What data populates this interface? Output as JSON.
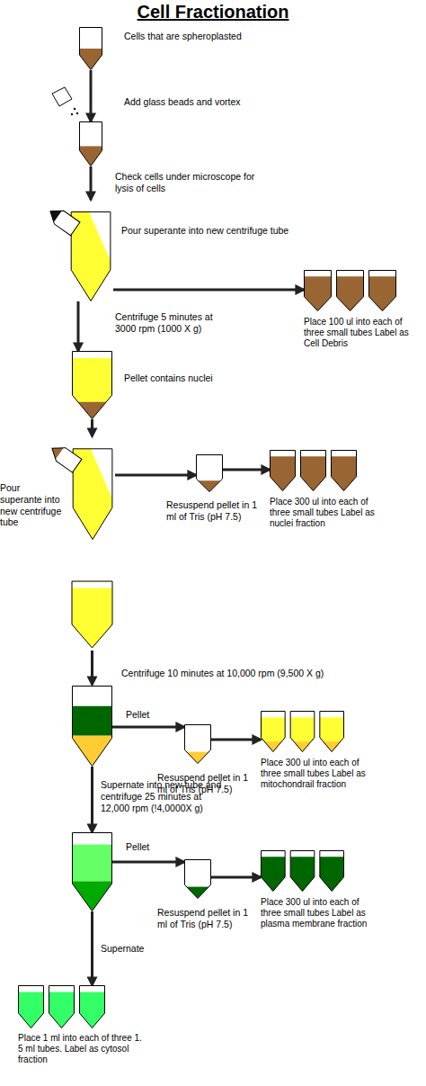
{
  "diagram": {
    "title": "Cell Fractionation",
    "nodes": [
      {
        "text": [
          "Cells that are spheroplasted"
        ]
      },
      {
        "text": [
          "Add glass beads and vortex"
        ]
      },
      {
        "text": [
          "Pour superante into new centrifuge tube"
        ]
      },
      {
        "text": [
          "Place 100 ul into each of three small tubes Label as Cell Debris"
        ]
      },
      {
        "text": [
          "Pellet contains nuclei"
        ]
      },
      {
        "text": [
          "Pour superante into new centrifuge tube"
        ]
      },
      {
        "text": [
          "Resuspend pellet in 1 ml of Tris (pH 7.5)"
        ]
      },
      {
        "text": [
          "Place 300 ul into each of three small tubes Label as nuclei fraction"
        ]
      },
      {
        "text": [
          "Pellet"
        ]
      },
      {
        "text": [
          "Resuspend pellet in 1 ml of Tris (pH 7.5)"
        ]
      },
      {
        "text": [
          "Place 300 ul into each of three small tubes Label as mitochondrail fraction"
        ]
      },
      {
        "text": [
          "Pellet"
        ]
      },
      {
        "text": [
          "Resuspend pellet in 1 ml of Tris (pH 7.5)"
        ]
      },
      {
        "text": [
          "Place 300 ul into each of three small tubes Label as plasma membrane fraction"
        ]
      },
      {
        "text": [
          "Place 1 ml into each of three 1. 5 ml tubes. Label as cytosol fraction"
        ]
      }
    ],
    "edges": [
      {
        "from": 0,
        "to": 1,
        "arrow": "to"
      },
      {
        "from": 1,
        "to": 2,
        "label": "Check cells under microscope for lysis of cells",
        "arrow": "to"
      },
      {
        "from": 2,
        "to": 3,
        "arrow": "to"
      },
      {
        "from": 2,
        "to": 4,
        "label": "Centrifuge 5 minutes at 3000 rpm (1000 X g)",
        "arrow": "to"
      },
      {
        "from": 4,
        "to": 5,
        "arrow": "to"
      },
      {
        "from": 5,
        "to": 6,
        "arrow": "to"
      },
      {
        "from": 6,
        "to": 7,
        "arrow": "to"
      },
      {
        "from": 8,
        "to": 9,
        "arrow": "to"
      },
      {
        "from": 9,
        "to": 10,
        "arrow": "to"
      },
      {
        "from": 8,
        "to": 11,
        "label": "Supernate into new tube and centrifuge 25 minutes at 12,000 rpm (!4,0000X g)",
        "arrow": "to"
      },
      {
        "from": 11,
        "to": 12,
        "arrow": "to"
      },
      {
        "from": 12,
        "to": 13,
        "arrow": "to"
      },
      {
        "from": 11,
        "to": 14,
        "label": "Supernate",
        "arrow": "to"
      }
    ],
    "labels": [
      "Centrifuge 10 minutes at 10,000 rpm (9,500 X g)"
    ]
  }
}
